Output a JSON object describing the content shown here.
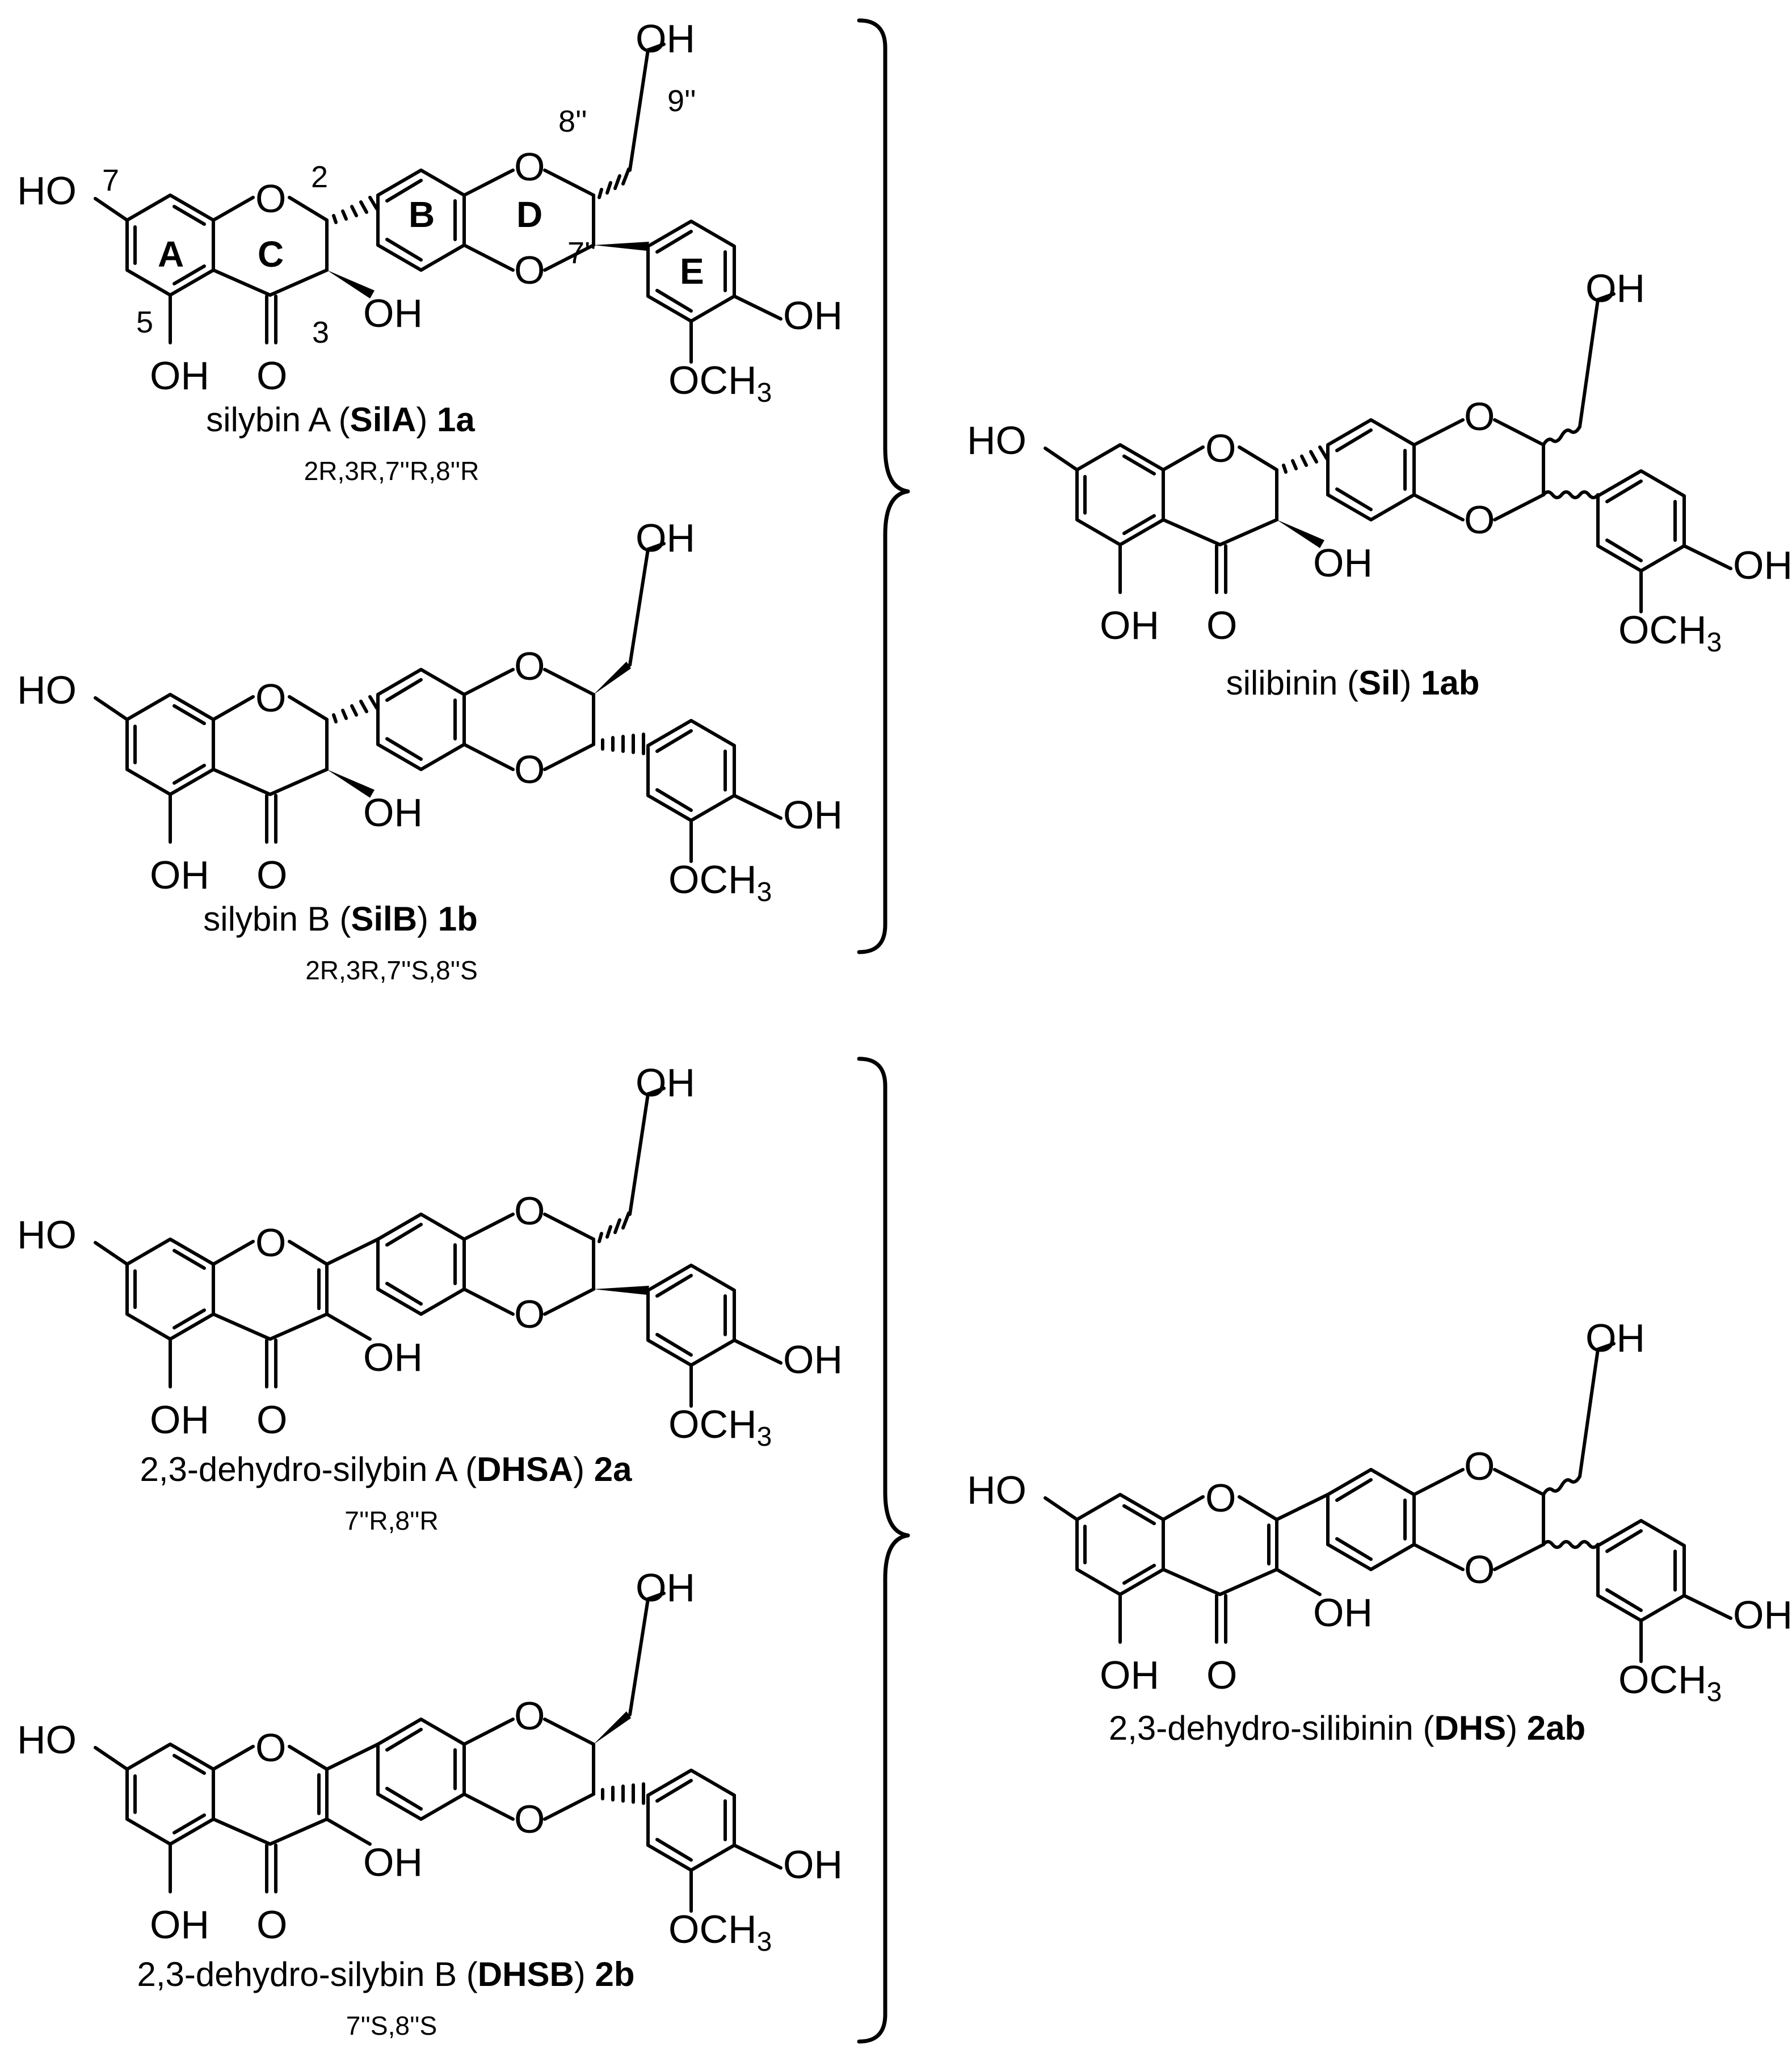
{
  "atoms": {
    "OH": "OH",
    "HO": "HO",
    "O": "O",
    "OCH": "OCH",
    "sub3": "3"
  },
  "locants": {
    "c7": "7",
    "c5": "5",
    "c2": "2",
    "c3": "3",
    "c8pp": "8''",
    "c9pp": "9''",
    "c7pp": "7''"
  },
  "rings": [
    "A",
    "B",
    "C",
    "D",
    "E"
  ],
  "compounds": [
    {
      "id": "1a",
      "name": "silybin A (",
      "abbr": "SilA",
      "close": ") ",
      "number": "1a",
      "config": "2R,3R,7''R,8''R"
    },
    {
      "id": "1b",
      "name": "silybin B (",
      "abbr": "SilB",
      "close": ") ",
      "number": "1b",
      "config": "2R,3R,7''S,8''S"
    },
    {
      "id": "1ab",
      "name": "silibinin (",
      "abbr": "Sil",
      "close": ") ",
      "number": "1ab",
      "config": ""
    },
    {
      "id": "2a",
      "name": "2,3-dehydro-silybin A (",
      "abbr": "DHSA",
      "close": ") ",
      "number": "2a",
      "config": "7''R,8''R"
    },
    {
      "id": "2b",
      "name": "2,3-dehydro-silybin B (",
      "abbr": "DHSB",
      "close": ") ",
      "number": "2b",
      "config": "7''S,8''S"
    },
    {
      "id": "2ab",
      "name": "2,3-dehydro-silibinin (",
      "abbr": "DHS",
      "close": ") ",
      "number": "2ab",
      "config": ""
    }
  ]
}
